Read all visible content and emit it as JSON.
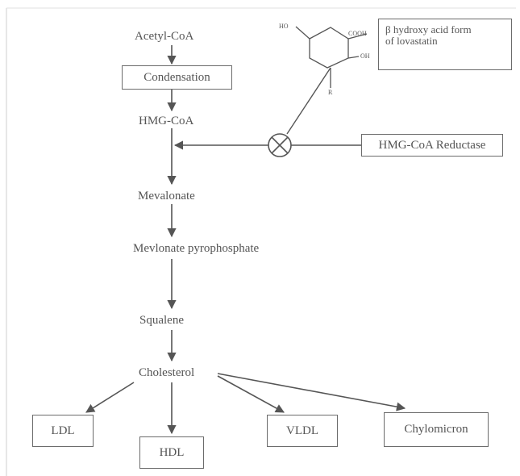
{
  "nodes": {
    "acetyl_coa": "Acetyl-CoA",
    "condensation": "Condensation",
    "hmg_coa": "HMG-CoA",
    "mevalonate": "Mevalonate",
    "mevlonate_pyrophosphate": "Mevlonate pyrophosphate",
    "squalene": "Squalene",
    "cholesterol": "Cholesterol",
    "ldl": "LDL",
    "hdl": "HDL",
    "vldl": "VLDL",
    "chylomicron": "Chylomicron",
    "hmg_coa_reductase": "HMG-CoA Reductase"
  },
  "lovastatin": {
    "line1": "β hydroxy acid form",
    "line2": "of lovastatin",
    "label_ho": "HO",
    "label_cooh": "COOH",
    "label_oh": "OH",
    "label_r": "R"
  },
  "inhibition_symbol": "circle-x-icon",
  "colors": {
    "line": "#555555",
    "text": "#555555",
    "box_border": "#6b6b6b"
  }
}
